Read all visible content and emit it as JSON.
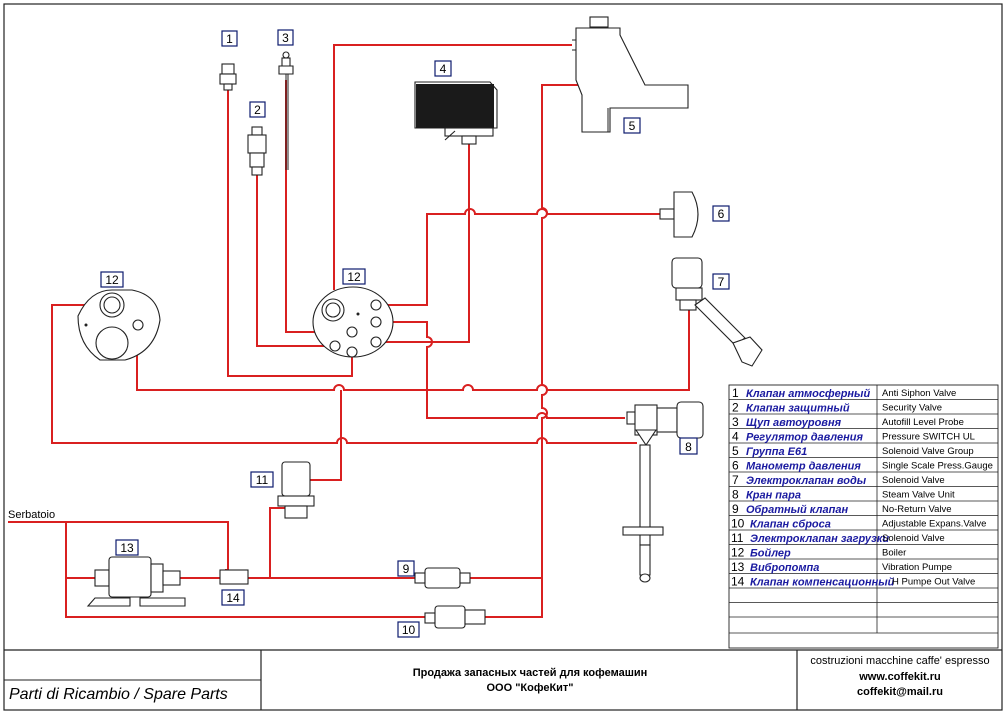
{
  "callouts": [
    "1",
    "2",
    "3",
    "4",
    "5",
    "6",
    "7",
    "8",
    "9",
    "10",
    "11",
    "12",
    "12",
    "13",
    "14"
  ],
  "serbatoio_label": "Serbatoio",
  "legend": [
    {
      "num": "1",
      "ru": "Клапан атмосферный",
      "en": "Anti Siphon Valve"
    },
    {
      "num": "2",
      "ru": "Клапан защитный",
      "en": "Security Valve"
    },
    {
      "num": "3",
      "ru": "Щуп автоуровня",
      "en": "Autofill Level Probe"
    },
    {
      "num": "4",
      "ru": "Регулятор давления",
      "en": "Pressure SWITCH UL"
    },
    {
      "num": "5",
      "ru": "Группа Е61",
      "en": "Solenoid Valve Group"
    },
    {
      "num": "6",
      "ru": "Манометр давления",
      "en": "Single Scale Press.Gauge"
    },
    {
      "num": "7",
      "ru": "Электроклапан воды",
      "en": "Solenoid Valve"
    },
    {
      "num": "8",
      "ru": "Кран пара",
      "en": "Steam Valve Unit"
    },
    {
      "num": "9",
      "ru": "Обратный клапан",
      "en": "No-Return Valve"
    },
    {
      "num": "10",
      "ru": "Клапан сброса",
      "en": "Adjustable Expans.Valve"
    },
    {
      "num": "11",
      "ru": "Электроклапан загрузки",
      "en": "Solenoid Valve"
    },
    {
      "num": "12",
      "ru": "Бойлер",
      "en": "Boiler"
    },
    {
      "num": "13",
      "ru": "Вибропомпа",
      "en": "Vibration Pumpe"
    },
    {
      "num": "14",
      "ru": "Клапан компенсационный",
      "en": "H Pumpe Out Valve"
    }
  ],
  "footer": {
    "left": "Parti di Ricambio / Spare Parts",
    "center_line1": "Продажа запасных частей для кофемашин",
    "center_line2": "ООО \"КофеКит\"",
    "right_line1": "costruzioni macchine caffe' espresso",
    "right_line2": "www.coffekit.ru",
    "right_line3": "coffekit@mail.ru"
  },
  "colors": {
    "wire": "#d92020",
    "callout_border": "#0d1c6e",
    "legend_ru": "#1a1aa0"
  }
}
